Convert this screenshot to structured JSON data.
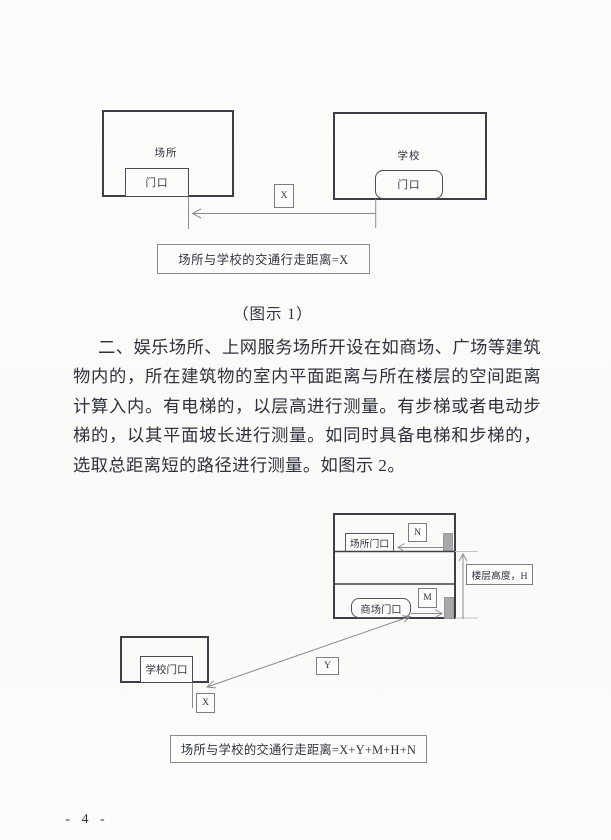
{
  "page": {
    "number": "- 4 -"
  },
  "figure1": {
    "venue": "场所",
    "venue_door": "门口",
    "school": "学校",
    "school_door": "门口",
    "x": "X",
    "caption": "场所与学校的交通行走距离=X",
    "title": "（图示 1）"
  },
  "body_text": "二、娱乐场所、上网服务场所开设在如商场、广场等建筑物内的，所在建筑物的室内平面距离与所在楼层的空间距离计算入内。有电梯的，以层高进行测量。有步梯或者电动步梯的，以其平面坡长进行测量。如同时具备电梯和步梯的，选取总距离短的路径进行测量。如图示 2。",
  "figure2": {
    "venue_door": "场所门口",
    "mall_door": "商场门口",
    "school_door": "学校门口",
    "n": "N",
    "m": "M",
    "x": "X",
    "y": "Y",
    "floor_height": "楼层高度，H",
    "caption": "场所与学校的交通行走距离=X+Y+M+H+N"
  },
  "colors": {
    "page_bg": "#fbfbfa",
    "ink": "#30323e",
    "box_border_dark": "#3e3e46",
    "line_gray": "#8b8b92",
    "elevator_gray": "#a8a8a8"
  }
}
